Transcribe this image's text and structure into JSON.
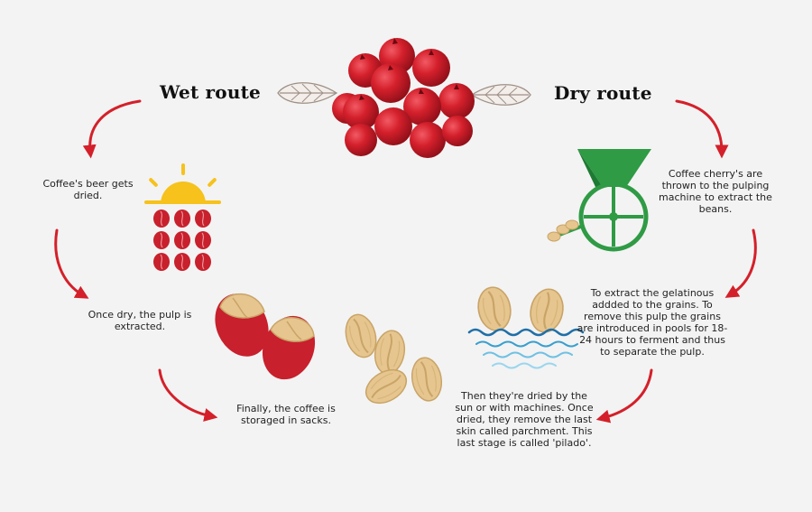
{
  "routes": {
    "wet": "Wet route",
    "dry": "Dry route"
  },
  "steps": {
    "wet_dried": "Coffee's beer gets dried.",
    "wet_pulp": "Once dry, the pulp is extracted.",
    "final_sacks": "Finally, the coffee is storaged in sacks.",
    "dry_pulping": "Coffee cherry's are thrown to the pulping machine to extract the beans.",
    "dry_ferment": "To extract the gelatinous addded to the grains. To remove this pulp the grains are introduced in pools for 18-24 hours to ferment and thus to separate the pulp.",
    "dry_pilado": "Then they're dried by the sun or with machines. Once dried, they remove the last skin called parchment. This last stage is called 'pilado'."
  },
  "colors": {
    "arrow": "#d4202a",
    "cherry": "#c8202c",
    "bean": "#e6c68e",
    "sun": "#f6c21b",
    "machine": "#2f9b45",
    "water": "#3a9fd0"
  },
  "icons": [
    "coffee-cherries-icon",
    "leaf-icon",
    "sun-icon",
    "pulping-machine-icon",
    "coffee-bean-icon",
    "water-waves-icon"
  ]
}
